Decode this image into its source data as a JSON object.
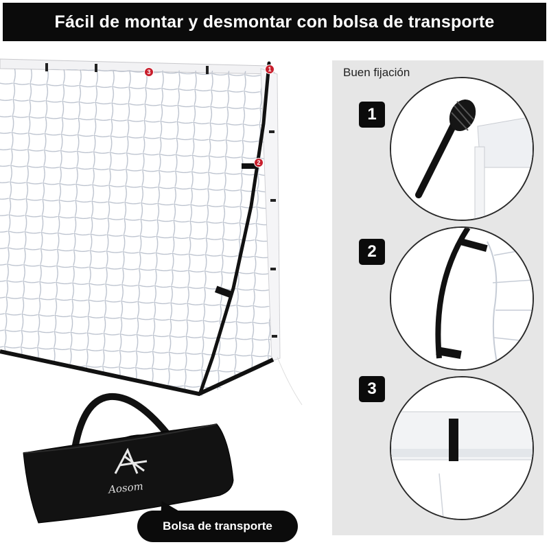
{
  "header": {
    "title": "Fácil de montar y desmontar con bolsa de transporte"
  },
  "panel": {
    "title": "Buen fijación",
    "steps": [
      {
        "number": "1"
      },
      {
        "number": "2"
      },
      {
        "number": "3"
      }
    ]
  },
  "markers": [
    "1",
    "2",
    "3"
  ],
  "bag": {
    "brand": "Aosom",
    "label": "Bolsa de transporte"
  },
  "colors": {
    "title_bg": "#0b0b0b",
    "panel_bg": "#e6e6e6",
    "marker": "#c81e2c"
  }
}
